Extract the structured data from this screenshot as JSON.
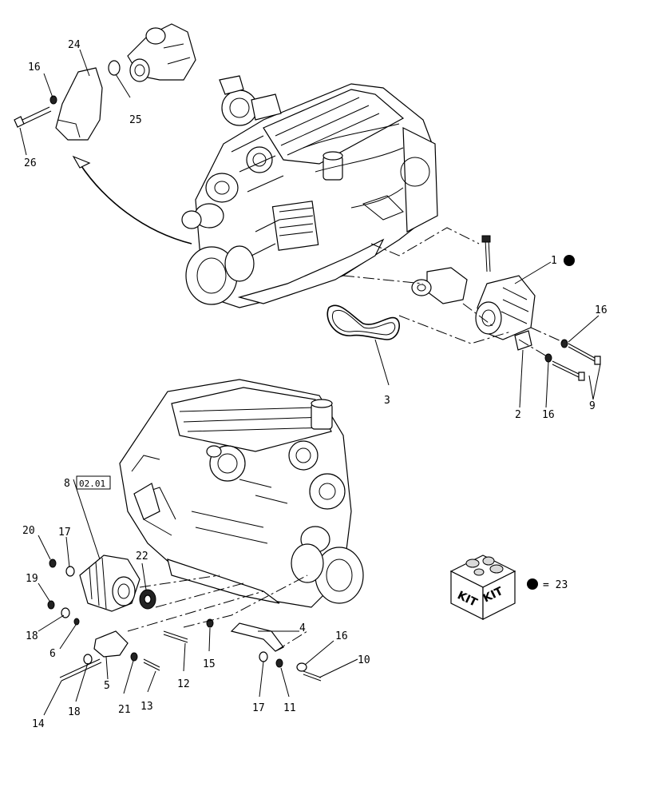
{
  "callouts": {
    "c1": "1",
    "c2": "2",
    "c3": "3",
    "c4": "4",
    "c5": "5",
    "c6": "6",
    "c8": "8",
    "c8ref": "02.01",
    "c9": "9",
    "c10": "10",
    "c11": "11",
    "c12": "12",
    "c13": "13",
    "c14": "14",
    "c15": "15",
    "c16a": "16",
    "c16b": "16",
    "c16c": "16",
    "c16d": "16",
    "c17a": "17",
    "c17b": "17",
    "c18a": "18",
    "c18b": "18",
    "c19": "19",
    "c20": "20",
    "c21": "21",
    "c22": "22",
    "c24": "24",
    "c25": "25",
    "c26": "26"
  },
  "kit": {
    "label_left": "KIT",
    "label_right": "KIT",
    "legend_text": "= 23"
  }
}
